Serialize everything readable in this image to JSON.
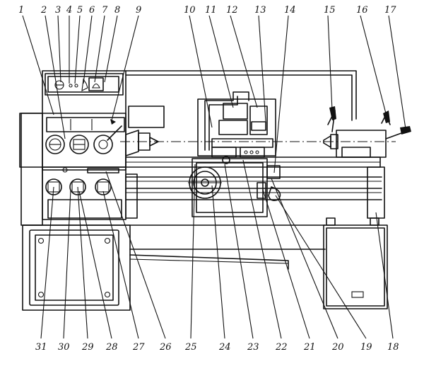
{
  "figure": {
    "callouts_top": [
      "1",
      "2",
      "3",
      "4",
      "5",
      "6",
      "7",
      "8",
      "9",
      "10",
      "11",
      "12",
      "13",
      "14",
      "15",
      "16",
      "17"
    ],
    "callouts_bottom": [
      "31",
      "30",
      "29",
      "28",
      "27",
      "26",
      "25",
      "24",
      "23",
      "22",
      "21",
      "20",
      "19",
      "18"
    ]
  }
}
